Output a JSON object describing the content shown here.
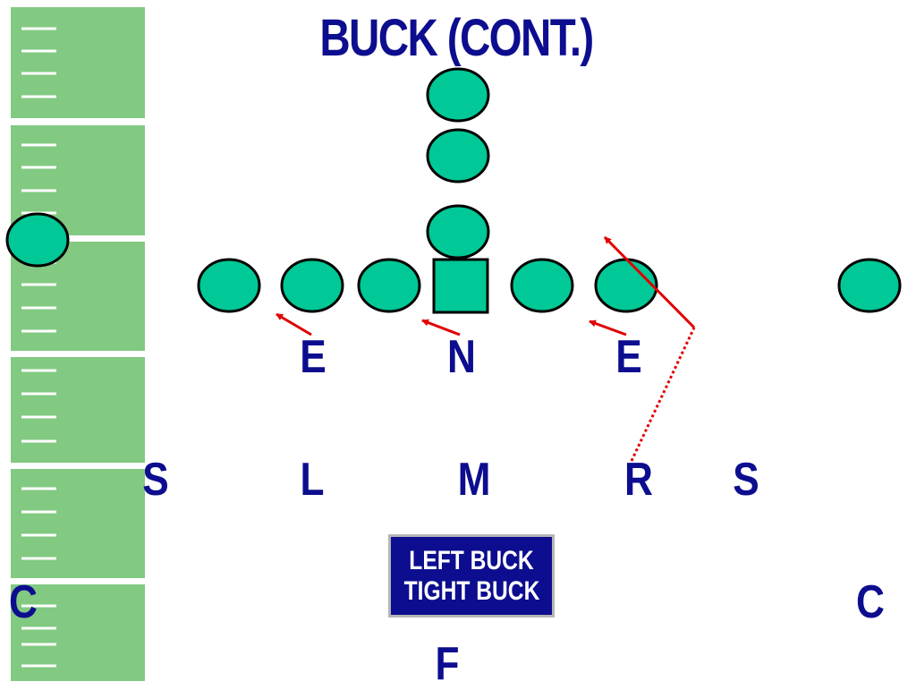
{
  "slide": {
    "title": "BUCK (CONT.)",
    "defense": {
      "front": [
        "E",
        "N",
        "E"
      ],
      "linebackers": [
        "S",
        "L",
        "M",
        "R",
        "S"
      ],
      "corners": [
        "C",
        "C"
      ],
      "free_safety": "F"
    },
    "callout": {
      "line1": "LEFT BUCK",
      "line2": "TIGHT BUCK"
    }
  },
  "colors": {
    "field_green": "#82c982",
    "player_fill": "#00c896",
    "label_blue": "#0d0d8f",
    "arrow_red": "#e00000"
  }
}
